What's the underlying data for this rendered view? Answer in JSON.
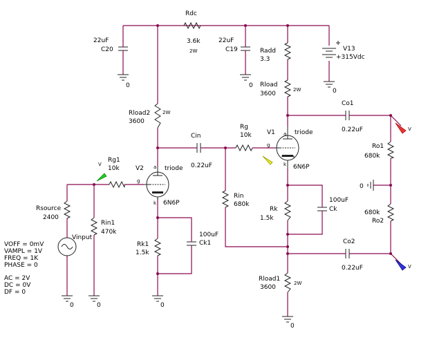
{
  "components": {
    "rdc": {
      "name": "Rdc",
      "value": "3.6k",
      "power": "2W"
    },
    "c20": {
      "value": "22uF",
      "name": "C20"
    },
    "c19": {
      "value": "22uF",
      "name": "C19"
    },
    "radd": {
      "name": "Radd",
      "value": "3.3"
    },
    "v13": {
      "name": "V13",
      "value": "+315Vdc"
    },
    "rload": {
      "name": "Rload",
      "value": "3600",
      "power": "2W"
    },
    "rload2": {
      "name": "Rload2",
      "value": "3600",
      "power": "2W"
    },
    "rg": {
      "name": "Rg",
      "value": "10k"
    },
    "v1": {
      "name": "V1",
      "type": "triode",
      "model": "6N6P"
    },
    "co1": {
      "name": "Co1",
      "value": "0.22uF"
    },
    "ro1": {
      "name": "Ro1",
      "value": "680k"
    },
    "ro2": {
      "name": "Ro2",
      "value": "680k"
    },
    "cin": {
      "name": "Cin",
      "value": "0.22uF"
    },
    "rg1": {
      "name": "Rg1",
      "value": "10k"
    },
    "v2": {
      "name": "V2",
      "type": "triode",
      "model": "6N6P"
    },
    "rin": {
      "name": "Rin",
      "value": "680k"
    },
    "ck": {
      "value": "100uF",
      "name": "Ck"
    },
    "rk": {
      "name": "Rk",
      "value": "1.5k"
    },
    "rsource": {
      "name": "Rsource",
      "value": "2400"
    },
    "rin1": {
      "name": "Rin1",
      "value": "470k"
    },
    "vinput": {
      "name": "Vinput"
    },
    "rk1": {
      "name": "Rk1",
      "value": "1.5k"
    },
    "ck1": {
      "value": "100uF",
      "name": "Ck1"
    },
    "co2": {
      "name": "Co2",
      "value": "0.22uF"
    },
    "rload1": {
      "name": "Rload1",
      "value": "3600",
      "power": "2W"
    }
  },
  "source_params": [
    "VOFF = 0mV",
    "VAMPL = 1V",
    "FREQ = 1K",
    "PHASE = 0",
    "",
    "AC = 2V",
    "DC = 0V",
    "DF = 0"
  ],
  "ground_label": "0",
  "pin_labels": {
    "anode": "a",
    "grid": "g",
    "cathode": "k"
  },
  "probe_label": "V",
  "probe_colors": {
    "out1": "#ee3333",
    "out2": "#3333dd",
    "grid1": "#eeee22",
    "input": "#22cc22"
  }
}
